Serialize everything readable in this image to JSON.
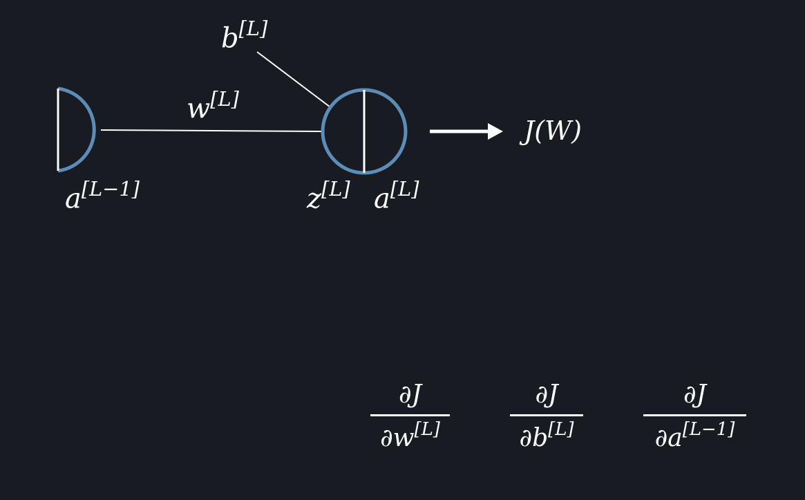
{
  "colors": {
    "background": "#181c22",
    "node_stroke": "#5b8db8",
    "line": "#ffffff"
  },
  "labels": {
    "bias": {
      "base": "b",
      "sup": "[L]"
    },
    "weight": {
      "base": "w",
      "sup": "[L]"
    },
    "prev_activation": {
      "base": "a",
      "sup": "[L−1]"
    },
    "preactivation": {
      "base": "z",
      "sup": "[L]"
    },
    "activation": {
      "base": "a",
      "sup": "[L]"
    },
    "cost": "J(W)"
  },
  "derivatives": [
    {
      "numerator": "∂J",
      "denominator_base": "∂w",
      "denominator_sup": "[L]"
    },
    {
      "numerator": "∂J",
      "denominator_base": "∂b",
      "denominator_sup": "[L]"
    },
    {
      "numerator": "∂J",
      "denominator_base": "∂a",
      "denominator_sup": "[L−1]"
    }
  ]
}
